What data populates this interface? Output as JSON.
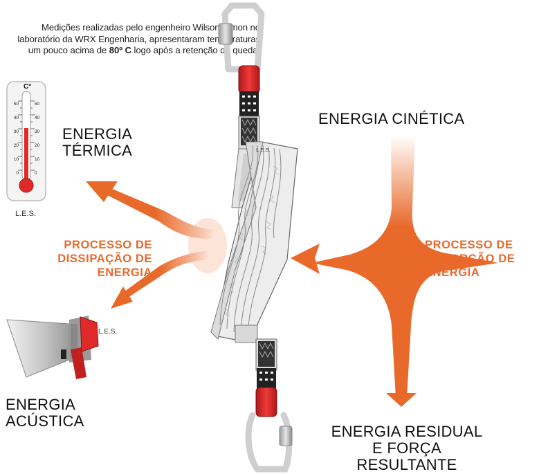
{
  "intro": {
    "pre": "Medições realizadas pelo engenheiro Wilson Simon no laboratório da WRX Engenharia, apresentaram temperaturas um pouco acima de ",
    "bold": "80º C",
    "post": " logo após a retenção da queda."
  },
  "thermometer": {
    "unit": "C°",
    "scale_left": [
      "50",
      "40",
      "30",
      "20",
      "10",
      "0"
    ],
    "scale_right": [
      "50",
      "40",
      "30",
      "20",
      "10",
      "0"
    ],
    "label": "L.E.S."
  },
  "labels": {
    "thermal_line1": "ENERGIA",
    "thermal_line2": "TÉRMICA",
    "kinetic": "ENERGIA CINÉTICA",
    "dissipation_line1": "PROCESSO DE",
    "dissipation_line2": "DISSIPAÇÃO DE",
    "dissipation_line3": "ENERGIA",
    "absorption_line1": "PROCESSO DE",
    "absorption_line2": "ABSORÇÃO DE",
    "absorption_line3": "ENERGIA",
    "acoustic_line1": "ENERGIA",
    "acoustic_line2": "ACÚSTICA",
    "residual_line1": "ENERGIA RESIDUAL",
    "residual_line2": "E FORÇA",
    "residual_line3": "RESULTANTE",
    "les_absorber": "L.E.S.",
    "les_megaphone": "L.E.S."
  },
  "colors": {
    "accent": "#e8692a",
    "strap_red": "#e02a2a",
    "strap_grey": "#d9d9d9"
  },
  "icons": [
    "thermometer-icon",
    "megaphone-icon",
    "carabiner-icon",
    "energy-absorber-icon"
  ]
}
